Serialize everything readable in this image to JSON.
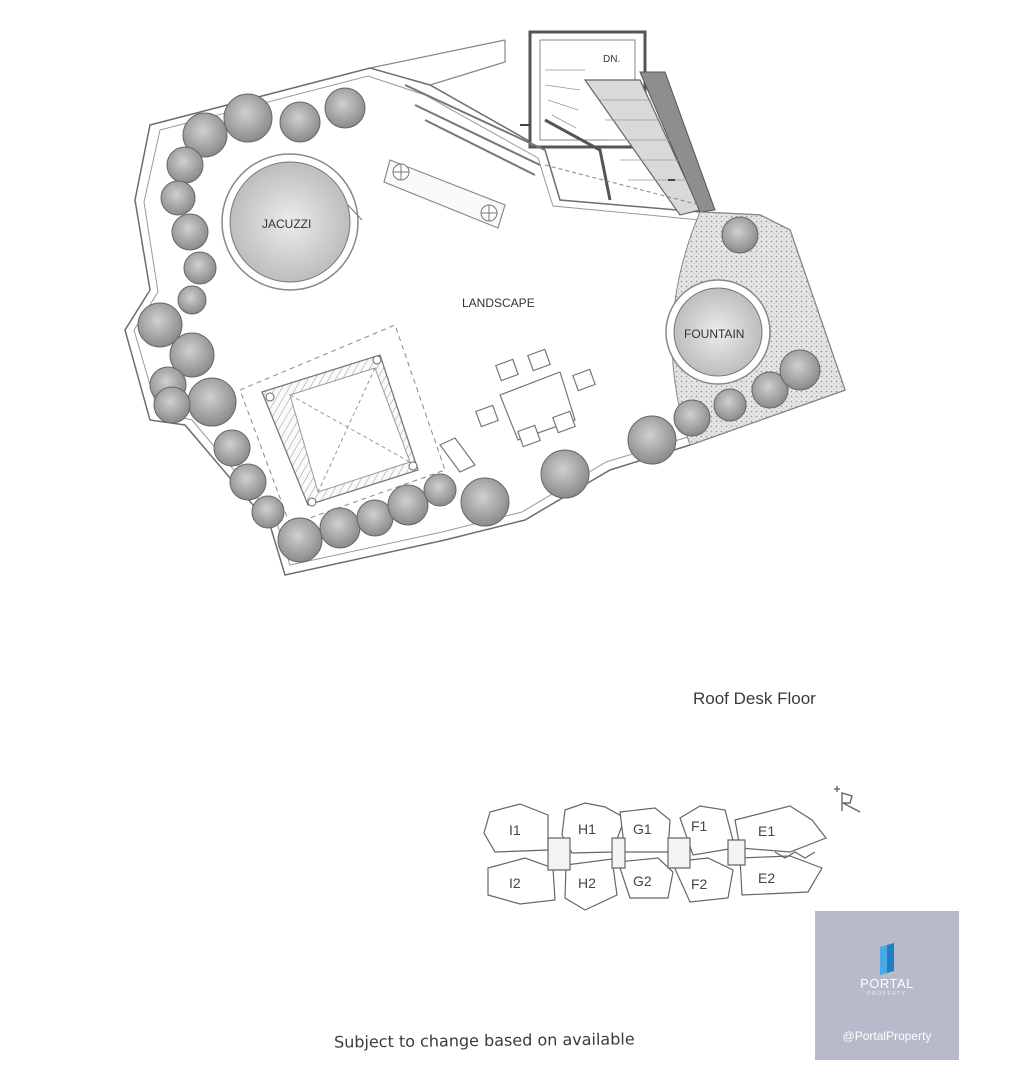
{
  "plan": {
    "labels": {
      "jacuzzi": "JACUZZI",
      "landscape": "LANDSCAPE",
      "fountain": "FOUNTAIN",
      "stair_down": "DN."
    }
  },
  "caption": "Roof Desk Floor",
  "key_plan": {
    "units_top": [
      "I1",
      "H1",
      "G1",
      "F1",
      "E1"
    ],
    "units_bottom": [
      "I2",
      "H2",
      "G2",
      "F2",
      "E2"
    ],
    "north_icon": "north-arrow-icon"
  },
  "disclaimer": "Subject to change based on available",
  "watermark": {
    "brand": "PORTAL",
    "sub": "PROPERTY",
    "handle": "@PortalProperty",
    "bg_color": "#b7bac8",
    "logo_color": "#2a8fd4"
  }
}
